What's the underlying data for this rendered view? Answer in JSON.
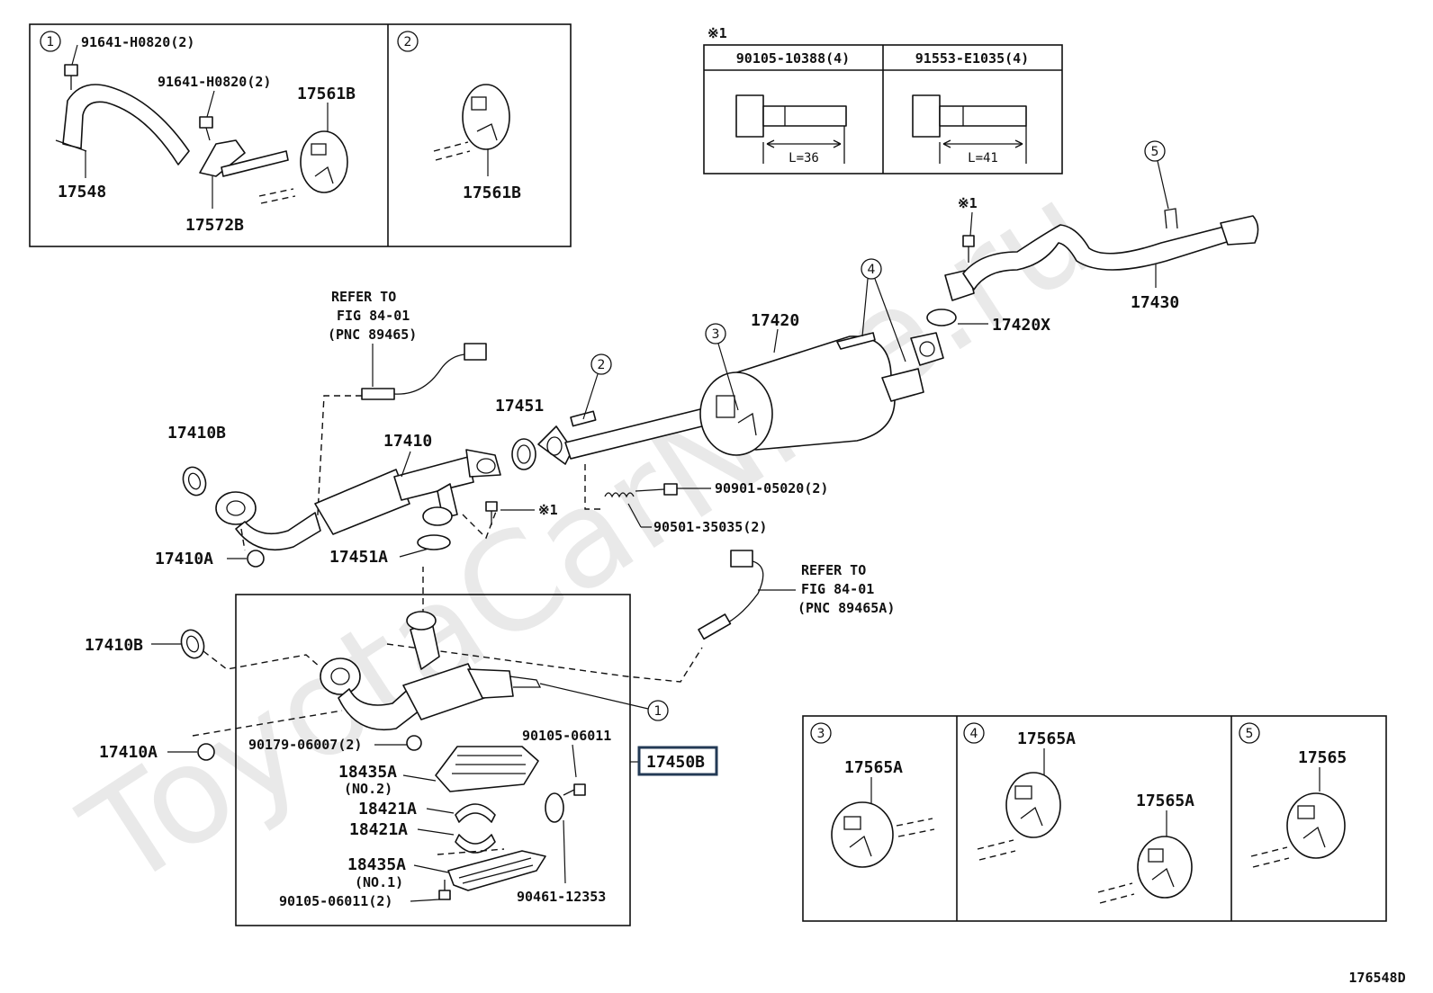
{
  "watermark": "ToyotaCarNine.ru",
  "figure_id": "176548D",
  "panel_top_left": {
    "callout1": "1",
    "callout2": "2",
    "bolt_a": "91641-H0820(2)",
    "bolt_b": "91641-H0820(2)",
    "bracket": "17548",
    "support": "17572B",
    "hanger_a": "17561B",
    "hanger_b": "17561B"
  },
  "bolt_table": {
    "note": "※1",
    "col1_part": "90105-10388(4)",
    "col2_part": "91553-E1035(4)",
    "col1_len": "L=36",
    "col2_len": "L=41"
  },
  "main": {
    "refer1_line1": "REFER TO",
    "refer1_line2": "FIG 84-01",
    "refer1_line3": "(PNC 89465)",
    "refer2_line1": "REFER TO",
    "refer2_line2": "FIG 84-01",
    "refer2_line3": "(PNC 89465A)",
    "p17410B_top": "17410B",
    "p17410": "17410",
    "p17451": "17451",
    "p17420": "17420",
    "p17420X": "17420X",
    "p17430": "17430",
    "note_x1_top": "※1",
    "note_x1_mid": "※1",
    "p17410A_top": "17410A",
    "p17451A": "17451A",
    "p90901": "90901-05020(2)",
    "p90501": "90501-35035(2)",
    "c1": "1",
    "c2": "2",
    "c3": "3",
    "c4": "4",
    "c5": "5"
  },
  "lower_box": {
    "p17410B": "17410B",
    "p17410A": "17410A",
    "p90179": "90179-06007(2)",
    "p18435A_no2": "18435A",
    "no2": "(NO.2)",
    "p18421A_a": "18421A",
    "p18421A_b": "18421A",
    "p18435A_no1": "18435A",
    "no1": "(NO.1)",
    "p90105_bottom": "90105-06011(2)",
    "p90105_top": "90105-06011",
    "p90461": "90461-12353",
    "assembly": "17450B",
    "c1": "1"
  },
  "panel_bottom_right": {
    "c3": "3",
    "c4": "4",
    "c5": "5",
    "p3": "17565A",
    "p4a": "17565A",
    "p4b": "17565A",
    "p5": "17565"
  }
}
